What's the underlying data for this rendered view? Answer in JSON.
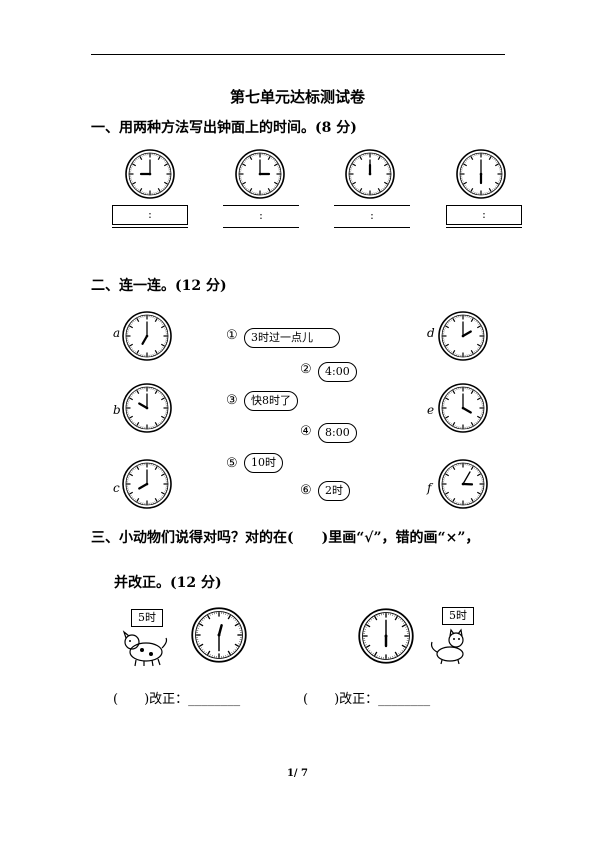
{
  "title": "第七单元达标测试卷",
  "section1": {
    "heading": "一、用两种方法写出钟面上的时间。(8 分)",
    "colon": ":",
    "clocks": [
      {
        "name": "clock-1",
        "hour": 9,
        "minute": 0
      },
      {
        "name": "clock-2",
        "hour": 3,
        "minute": 0
      },
      {
        "name": "clock-3",
        "hour": 12,
        "minute": 0
      },
      {
        "name": "clock-4",
        "hour": 6,
        "minute": 0
      }
    ]
  },
  "section2": {
    "heading": "二、连一连。(12 分)",
    "left_labels": [
      "a",
      "b",
      "c"
    ],
    "right_labels": [
      "d",
      "e",
      "f"
    ],
    "clocks": [
      {
        "label": "a",
        "hour": 7,
        "minute": 0
      },
      {
        "label": "b",
        "hour": 10,
        "minute": 0
      },
      {
        "label": "c",
        "hour": 8,
        "minute": 0
      },
      {
        "label": "d",
        "hour": 2,
        "minute": 0
      },
      {
        "label": "e",
        "hour": 4,
        "minute": 0
      },
      {
        "label": "f",
        "hour": 3,
        "minute": 5
      }
    ],
    "items": [
      {
        "num": "①",
        "text": "3时过一点儿"
      },
      {
        "num": "②",
        "text": "4:00"
      },
      {
        "num": "③",
        "text": "快8时了"
      },
      {
        "num": "④",
        "text": "8:00"
      },
      {
        "num": "⑤",
        "text": "10时"
      },
      {
        "num": "⑥",
        "text": "2时"
      }
    ]
  },
  "section3": {
    "heading_line1": "三、小动物们说得对吗？对的在(　　)里画“√”，错的画“×”，",
    "heading_line2": "并改正。(12 分)",
    "left_speech": "5时",
    "right_speech": "5时",
    "left_clock": {
      "hour": 12,
      "minute": 30
    },
    "right_clock": {
      "hour": 6,
      "minute": 0
    },
    "fix_left": "(　　)改正：________",
    "fix_right": "(　　)改正：________"
  },
  "footer": "1/ 7"
}
